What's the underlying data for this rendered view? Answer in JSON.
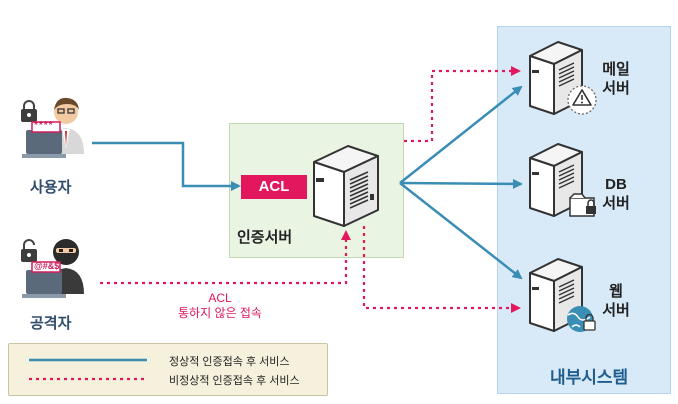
{
  "actors": {
    "user_label": "사용자",
    "attacker_label": "공격자",
    "user_password": "****",
    "attacker_password": "@#&$"
  },
  "auth": {
    "acl_label": "ACL",
    "server_label": "인증서버"
  },
  "bypass_note": {
    "line1": "ACL",
    "line2": "통하지 않은 접속"
  },
  "internal_system": {
    "title": "내부시스템",
    "mail_server": [
      "메일",
      "서버"
    ],
    "db_server": [
      "DB",
      "서버"
    ],
    "web_server": [
      "웹",
      "서버"
    ]
  },
  "legend": {
    "normal": "정상적 인증접속 후 서비스",
    "abnormal": "비정상적 인증접속 후 서비스"
  },
  "colors": {
    "normal_line": "#3a8db5",
    "abnormal_line": "#e2175e",
    "acl_fill": "#e2175e",
    "actor_label": "#2f4c6b"
  }
}
